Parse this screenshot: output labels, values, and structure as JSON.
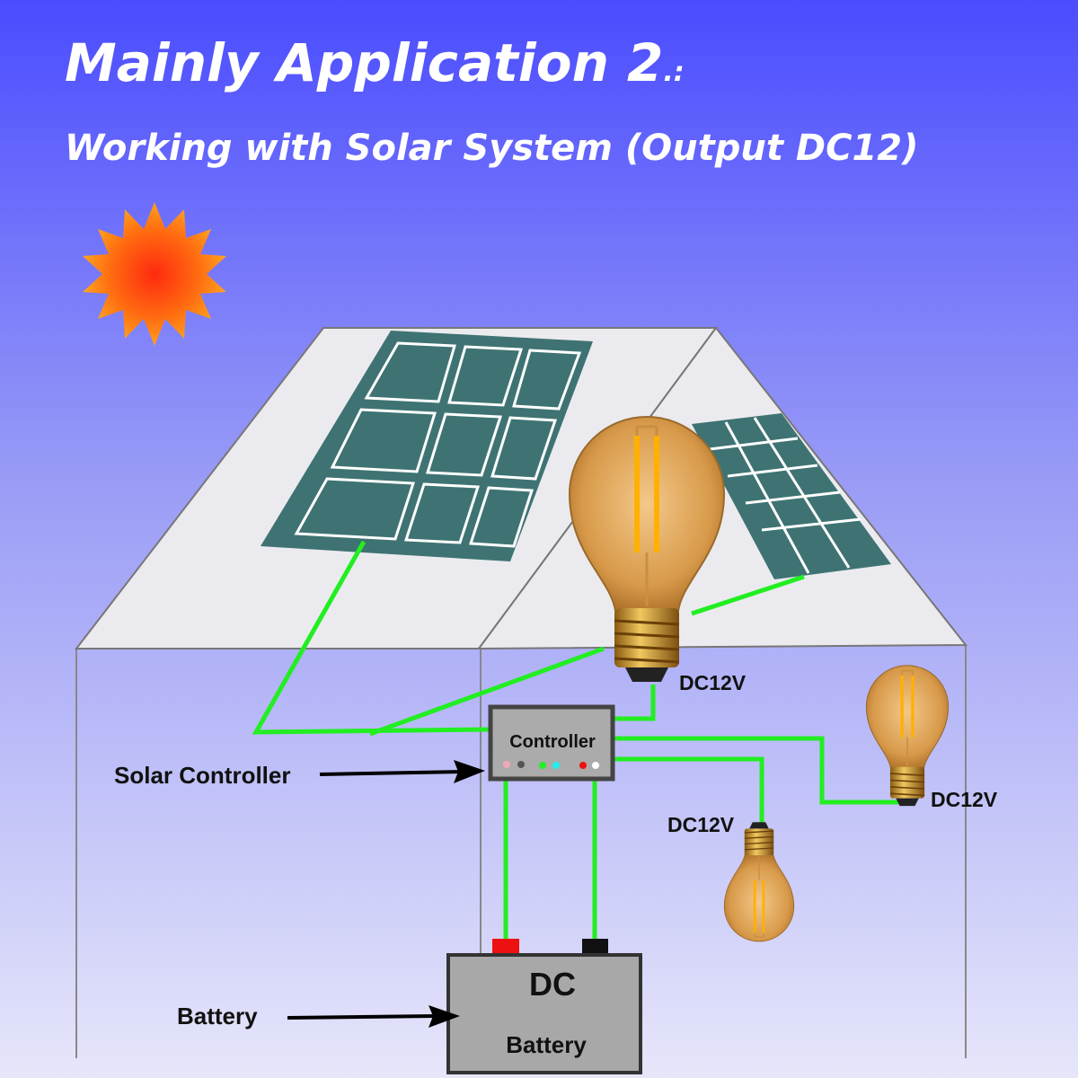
{
  "header": {
    "title_main": "Mainly Application 2",
    "title_suffix": ".:",
    "subtitle": "Working with Solar System (Output DC12)"
  },
  "controller": {
    "label": "Controller",
    "callout": "Solar Controller",
    "indicator_colors": [
      "#f0a8b8",
      "#555555",
      "#22ee22",
      "#22eeee",
      "#ee1111",
      "#ffffff"
    ]
  },
  "battery": {
    "title": "DC",
    "label": "Battery",
    "callout": "Battery"
  },
  "bulbs": [
    {
      "voltage": "DC12V"
    },
    {
      "voltage": "DC12V"
    },
    {
      "voltage": "DC12V"
    }
  ],
  "colors": {
    "wire": "#22ee22",
    "panel": "#3f7373",
    "sky_top": "#4a4cff",
    "sky_bottom": "#e4e4fa"
  }
}
